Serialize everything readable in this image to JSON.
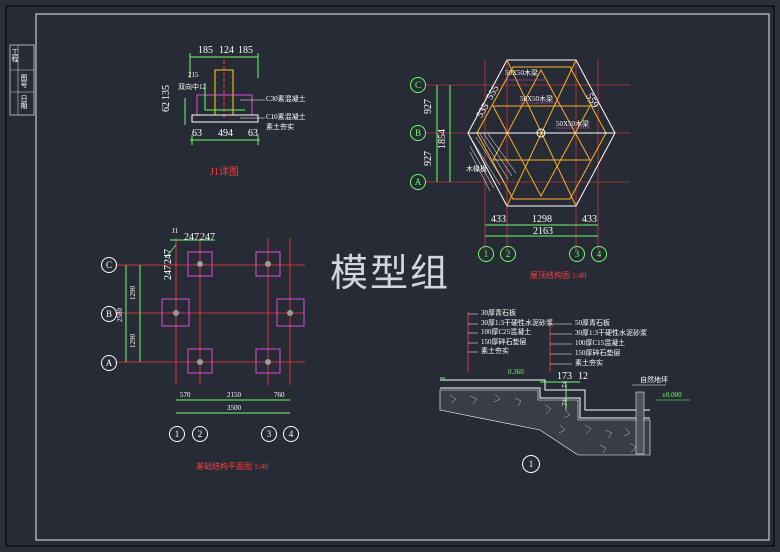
{
  "watermark": "模型组",
  "title_block": {
    "rows": [
      "工程",
      "图号",
      "日期"
    ]
  },
  "detail_j1": {
    "title": "J1详图",
    "top_dims": [
      "185",
      "124",
      "185"
    ],
    "bottom_dims": [
      "63",
      "494",
      "63"
    ],
    "left_dims": [
      "62",
      "135"
    ],
    "notes": [
      "C30素混凝土",
      "C10素混凝土",
      "素土夯实"
    ],
    "tags": [
      "215",
      "双向中12"
    ]
  },
  "foundation_plan": {
    "title": "基础结构平面图 1:40",
    "top_dims": [
      "247",
      "247"
    ],
    "top_label": "J1",
    "bottom_dims_row1": [
      "570",
      "2150",
      "760"
    ],
    "bottom_total": "3500",
    "left_dims": [
      "1290",
      "1290"
    ],
    "left_total": "2580",
    "left_top_pair": [
      "247",
      "247"
    ],
    "axis_rows": [
      "C",
      "B",
      "A"
    ],
    "axis_cols": [
      "1",
      "2",
      "3",
      "4"
    ]
  },
  "roof_plan": {
    "title": "屋顶结构图 1:40",
    "left_dims": [
      "927",
      "927"
    ],
    "left_total": "1854",
    "diag_dims": [
      "535",
      "555",
      "559"
    ],
    "bottom_dims": [
      "433",
      "1298",
      "433"
    ],
    "bottom_total": "2163",
    "beam_labels": [
      "50X50木梁",
      "50X50木梁",
      "50X50木梁"
    ],
    "misc_label": "木椽板",
    "axis_rows": [
      "C",
      "B",
      "A"
    ],
    "axis_cols": [
      "1",
      "2",
      "3",
      "4"
    ]
  },
  "section": {
    "marker": "1",
    "left_layers": [
      "30厚青石板",
      "30厚1:3干硬性水泥砂浆",
      "100厚C25混凝土",
      "150厚碎石垫层",
      "素土夯实"
    ],
    "right_layers": [
      "50厚青石板",
      "30厚1:3干硬性水泥砂浆",
      "100厚C15混凝土",
      "150厚碎石垫层",
      "素土夯实"
    ],
    "dims": [
      "173",
      "12",
      "74",
      "74"
    ],
    "levels": [
      "0.360",
      "±0.000"
    ],
    "right_label": "自然地坪"
  }
}
